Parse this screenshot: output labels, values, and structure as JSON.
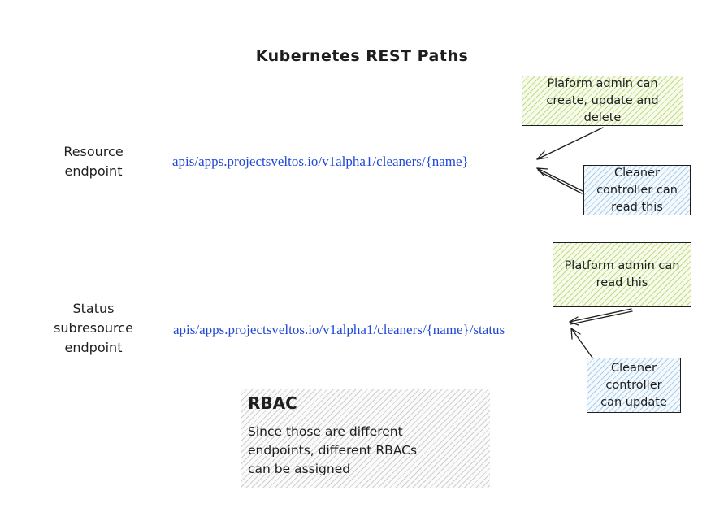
{
  "title": "Kubernetes REST Paths",
  "resource": {
    "label_line1": "Resource",
    "label_line2": "endpoint",
    "path": "apis/apps.projectsveltos.io/v1alpha1/cleaners/{name}",
    "admin_note": [
      "Plaform admin can",
      "create, update and",
      "delete"
    ],
    "controller_note": [
      "Cleaner",
      "controller can",
      "read this"
    ]
  },
  "status": {
    "label_line1": "Status",
    "label_line2": "subresource",
    "label_line3": "endpoint",
    "path": "apis/apps.projectsveltos.io/v1alpha1/cleaners/{name}/status",
    "admin_note": [
      "Platform admin can",
      "read this"
    ],
    "controller_note": [
      "Cleaner",
      "controller",
      "can update"
    ]
  },
  "rbac": {
    "title": "RBAC",
    "body": [
      "Since those are different",
      "endpoints, different RBACs",
      "can be assigned"
    ]
  },
  "colors": {
    "endpoint_text": "#1f48d8",
    "admin_note_fill": "#c0dc7a",
    "controller_note_fill": "#a5d0f0",
    "rbac_fill": "#c8c8c8"
  }
}
